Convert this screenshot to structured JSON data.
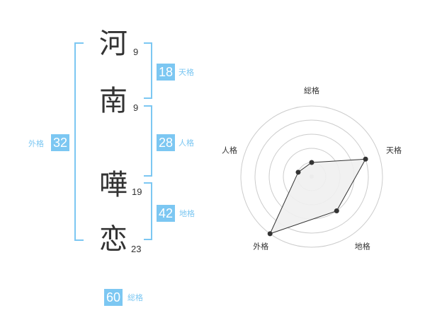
{
  "name": {
    "chars": [
      {
        "char": "河",
        "strokes": "9"
      },
      {
        "char": "南",
        "strokes": "9"
      },
      {
        "char": "嘩",
        "strokes": "19"
      },
      {
        "char": "恋",
        "strokes": "23"
      }
    ]
  },
  "kaku": {
    "tenkaku": {
      "value": "18",
      "label": "天格"
    },
    "jinkaku": {
      "value": "28",
      "label": "人格"
    },
    "chikaku": {
      "value": "42",
      "label": "地格"
    },
    "gaikaku": {
      "value": "32",
      "label": "外格"
    },
    "soukaku": {
      "value": "60",
      "label": "総格"
    }
  },
  "colors": {
    "accent": "#7cc7f2",
    "text": "#333333",
    "grid": "#cccccc"
  },
  "chart_data": {
    "type": "radar",
    "axes": [
      "総格",
      "天格",
      "地格",
      "外格",
      "人格"
    ],
    "levels": 5,
    "values": [
      1,
      4,
      3,
      5,
      1
    ],
    "max": 5
  }
}
